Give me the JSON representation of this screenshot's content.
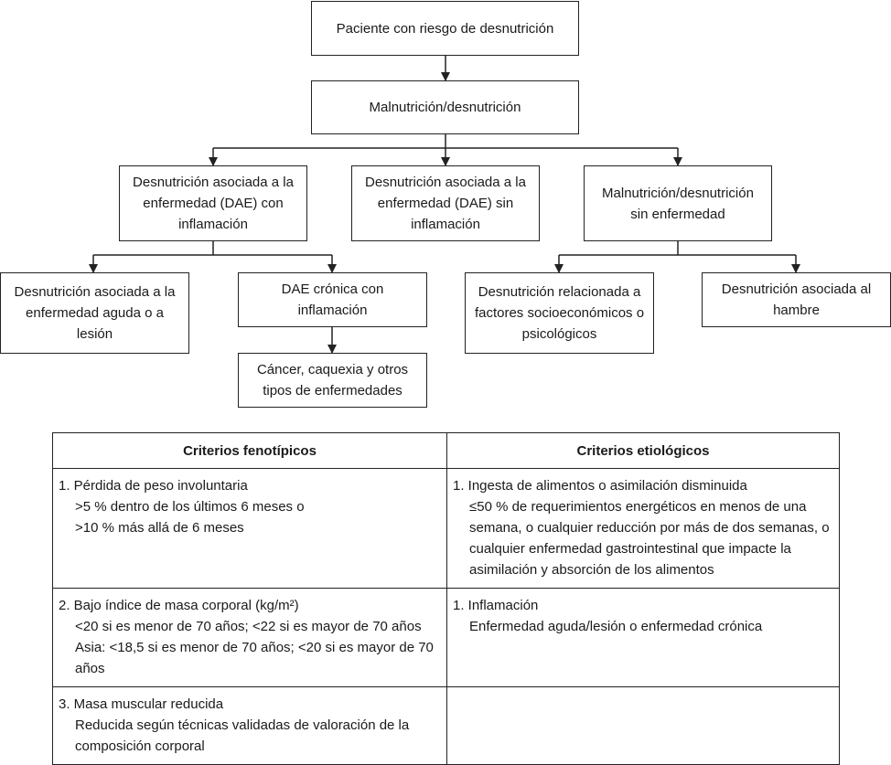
{
  "flowchart": {
    "root": "Paciente con riesgo de desnutrición",
    "level1": "Malnutrición/desnutrición",
    "dae_con_inflamacion": "Desnutrición asociada a la enfermedad (DAE) con inflamación",
    "dae_sin_inflamacion": "Desnutrición asociada a la enfermedad (DAE) sin inflamación",
    "sin_enfermedad": "Malnutrición/desnutrición sin enfermedad",
    "aguda": "Desnutrición asociada a la enfermedad aguda o a lesión",
    "cronica": "DAE crónica con inflamación",
    "cancer": "Cáncer, caquexia y otros tipos de enfermedades",
    "socioeconomicos": "Desnutrición relacionada a factores socioeconómicos o psicológicos",
    "hambre": "Desnutrición asociada al hambre"
  },
  "table": {
    "headers": [
      "Criterios fenotípicos",
      "Criterios etiológicos"
    ],
    "rows": [
      {
        "feno_title": "1. Pérdida de peso involuntaria",
        "feno_lines": [
          ">5 % dentro de los últimos 6 meses o",
          ">10 % más allá de 6 meses"
        ],
        "etio_title": "1. Ingesta de alimentos o asimilación disminuida",
        "etio_lines": [
          "≤50 % de requerimientos energéticos en menos de una semana, o cualquier reducción por más de dos semanas, o cualquier enfermedad gastrointestinal que impacte la asimilación y absorción de los alimentos"
        ]
      },
      {
        "feno_title": "2. Bajo índice de masa corporal (kg/m²)",
        "feno_lines": [
          "<20 si es menor de 70 años; <22 si es mayor de 70 años",
          "Asia: <18,5 si es menor de 70 años; <20 si es mayor de 70 años"
        ],
        "etio_title": "1. Inflamación",
        "etio_lines": [
          "Enfermedad aguda/lesión o enfermedad crónica"
        ]
      },
      {
        "feno_title": "3. Masa muscular reducida",
        "feno_lines": [
          "Reducida según técnicas validadas de valoración de la composición corporal"
        ],
        "etio_title": "",
        "etio_lines": []
      }
    ]
  }
}
